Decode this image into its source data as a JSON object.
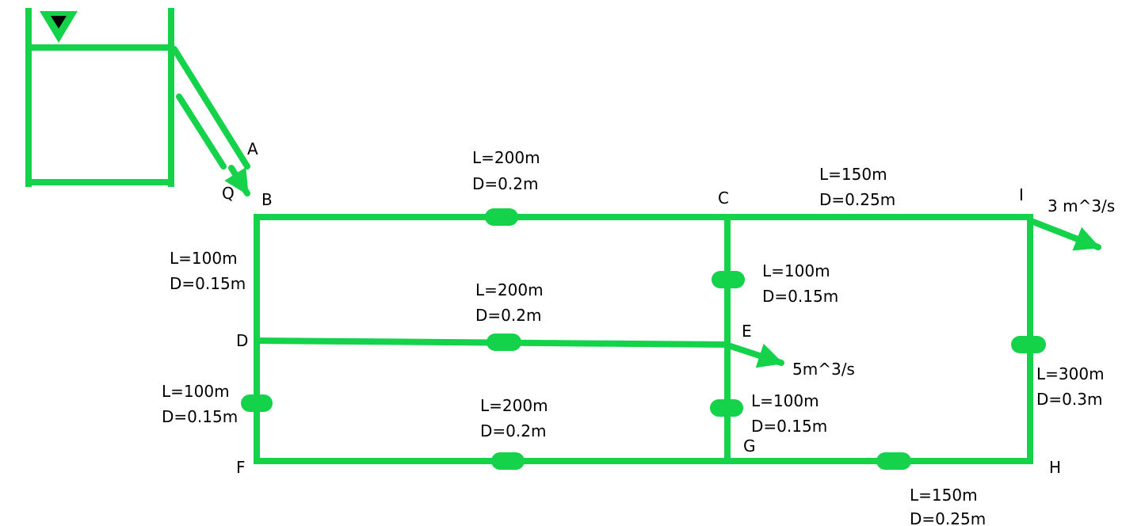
{
  "colors": {
    "pipe": "#14D24A",
    "text": "#000000",
    "water_marker": "#000000"
  },
  "icons": {
    "water_level": "water-level-triangle-icon"
  },
  "nodes": {
    "A": "A",
    "B": "B",
    "C": "C",
    "D": "D",
    "E": "E",
    "F": "F",
    "G": "G",
    "H": "H",
    "I": "I",
    "Q": "Q"
  },
  "pipes": {
    "BC": {
      "length": "L=200m",
      "diameter": "D=0.2m"
    },
    "CI": {
      "length": "L=150m",
      "diameter": "D=0.25m"
    },
    "BD": {
      "length": "L=100m",
      "diameter": "D=0.15m"
    },
    "CE": {
      "length": "L=100m",
      "diameter": "D=0.15m"
    },
    "DE": {
      "length": "L=200m",
      "diameter": "D=0.2m"
    },
    "DF": {
      "length": "L=100m",
      "diameter": "D=0.15m"
    },
    "EG": {
      "length": "L=100m",
      "diameter": "D=0.15m"
    },
    "FG": {
      "length": "L=200m",
      "diameter": "D=0.2m"
    },
    "IH": {
      "length": "L=300m",
      "diameter": "D=0.3m"
    },
    "GH": {
      "length": "L=150m",
      "diameter": "D=0.25m"
    }
  },
  "flows": {
    "I": "3 m^3/s",
    "E": "5m^3/s"
  }
}
